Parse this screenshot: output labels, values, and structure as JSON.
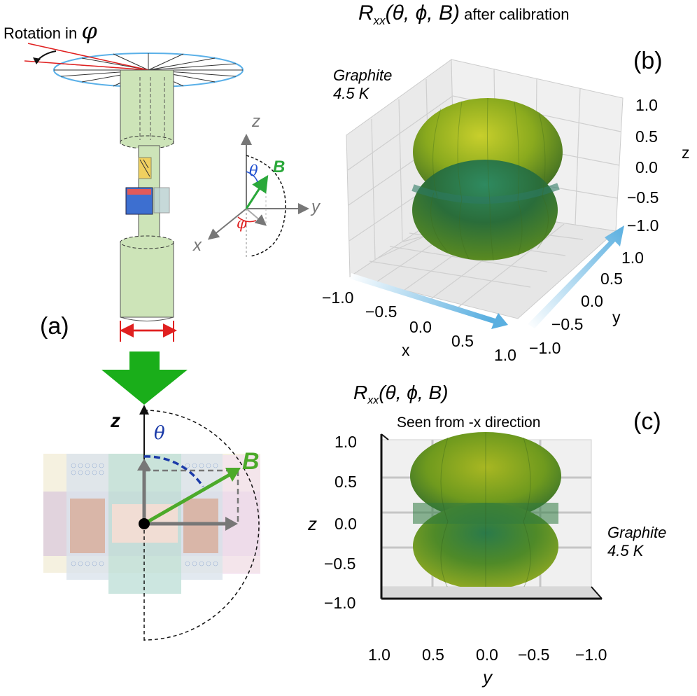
{
  "panel_a": {
    "label": "(a)",
    "rotation_label": "Rotation in",
    "rotation_symbol": "φ",
    "axes_small": {
      "z": "z",
      "y": "y",
      "x": "x",
      "theta": "θ",
      "phi": "φ",
      "B": "B"
    },
    "axes_big": {
      "z": "z",
      "theta": "θ",
      "B": "B"
    }
  },
  "panel_b": {
    "label": "(b)",
    "title_sym": "R",
    "title_sub": "xx",
    "title_args": "(θ, ϕ, B)",
    "title_suffix": " after calibration",
    "sample_line1": "Graphite",
    "sample_line2": "4.5 K",
    "x_axis_label": "x",
    "y_axis_label": "y",
    "z_axis_label": "z",
    "x_ticks": [
      "−1.0",
      "−0.5",
      "0.0",
      "0.5",
      "1.0"
    ],
    "y_ticks": [
      "1.0",
      "0.5",
      "0.0",
      "−0.5",
      "−1.0"
    ],
    "z_ticks": [
      "1.0",
      "0.5",
      "0.0",
      "−0.5",
      "−1.0"
    ],
    "colors": {
      "surface_light": "#c4cc2a",
      "surface_mid": "#7aa61c",
      "surface_dark": "#1e6a3a",
      "arrow": "#5aafe0"
    }
  },
  "panel_c": {
    "label": "(c)",
    "title_sym": "R",
    "title_sub": "xx",
    "title_args": "(θ, ϕ, B)",
    "subtitle": "Seen from -x direction",
    "sample_line1": "Graphite",
    "sample_line2": "4.5 K",
    "y_axis_label": "y",
    "z_axis_label": "z",
    "y_ticks": [
      "1.0",
      "0.5",
      "0.0",
      "−0.5",
      "−1.0"
    ],
    "z_ticks": [
      "1.0",
      "0.5",
      "0.0",
      "−0.5",
      "−1.0"
    ]
  }
}
